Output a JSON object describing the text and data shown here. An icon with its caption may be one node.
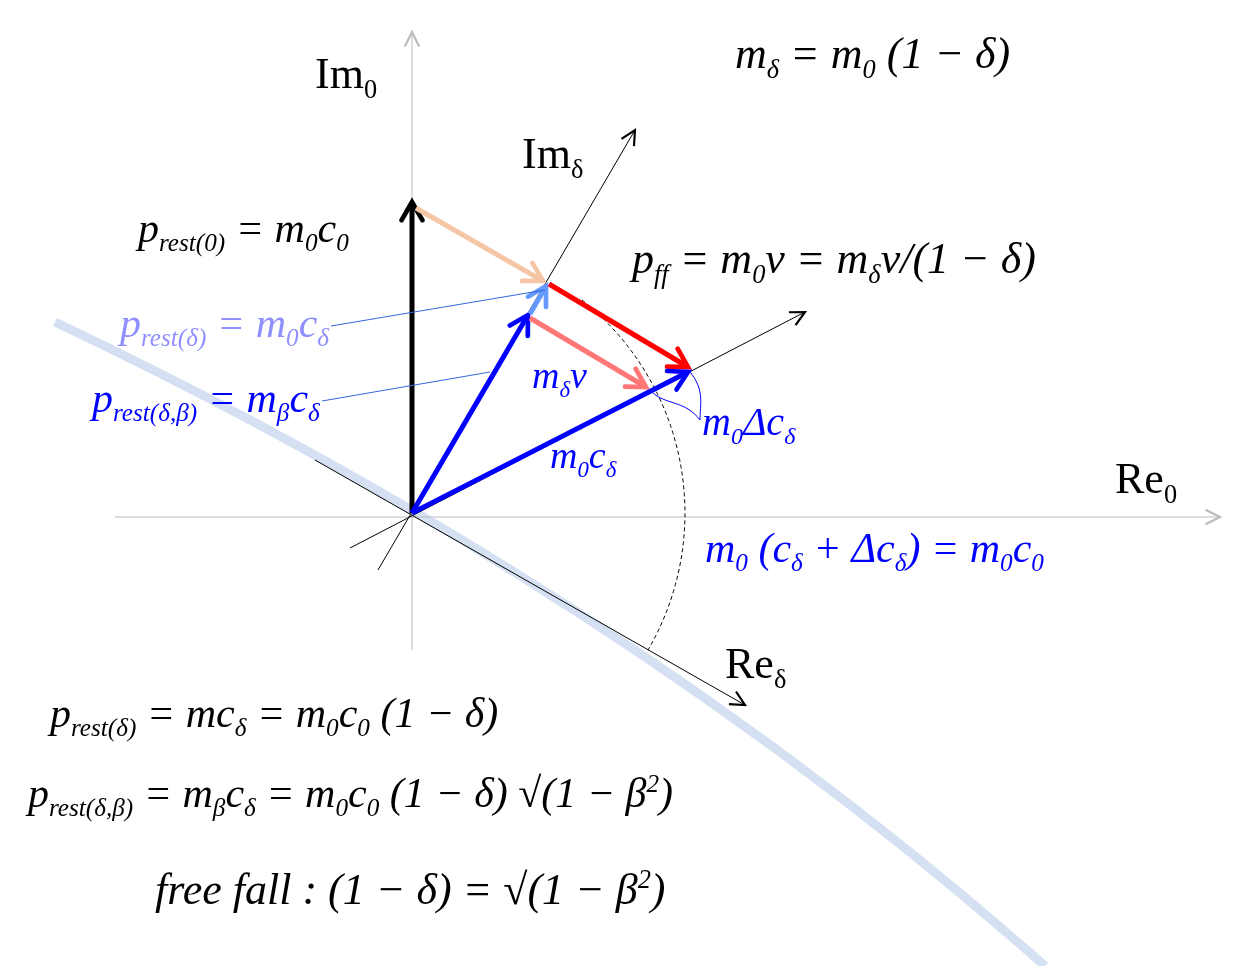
{
  "diagram": {
    "nodes": [
      {
        "text": [
          "p$_{rest(δ)}$ = m$_{0}$c$_{δ}$"
        ]
      },
      {
        "text": [
          "p$_{rest(δ,β)}$ = m$_{β}$c$_{δ}$"
        ]
      }
    ],
    "edges": [
      {
        "from": 0,
        "to": null,
        "arrow": "none"
      },
      {
        "from": 1,
        "to": null,
        "arrow": "none"
      }
    ],
    "labels": [
      "Im$_{0}$",
      "m$_{δ}$ = m$_{0}$ (1 − δ)",
      "Im$_{δ}$",
      "p$_{rest(0)}$ = m$_{0}$c$_{0}$",
      "p$_{ff}$ = m$_{0}$v = m$_{δ}$v/(1 − δ)",
      "m$_{δ}$v",
      "m$_{0}$Δc$_{δ}$",
      "m$_{0}$c$_{δ}$",
      "Re$_{0}$",
      "m$_{0}$ (c$_{δ}$ + Δc$_{δ}$) = m$_{0}$c$_{0}$",
      "Re$_{δ}$",
      "p$_{rest(δ)}$ = mc$_{δ}$ = m$_{0}$c$_{0}$ (1 − δ)",
      "p$_{rest(δ,β)}$ = m$_{β}$c$_{δ}$ = m$_{0}$c$_{0}$ (1 − δ) √(1 − β$^{2}$)",
      "free  fall : (1 − δ) = √(1 − β$^{2}$)"
    ]
  }
}
